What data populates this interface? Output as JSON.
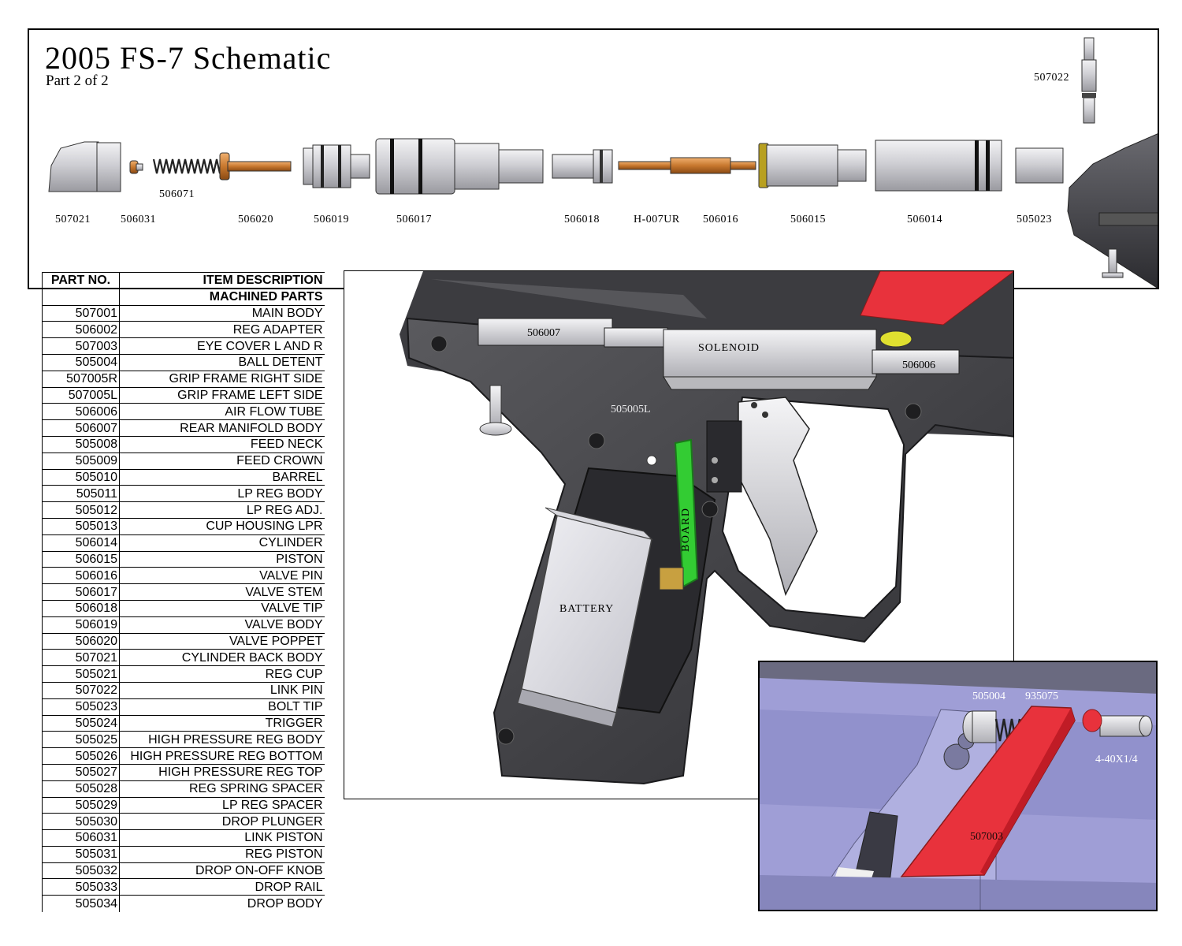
{
  "header": {
    "title": "2005 FS-7 Schematic",
    "subtitle": "Part 2 of 2"
  },
  "exploded_view": {
    "labels": {
      "p507022": "507022",
      "p506071": "506071",
      "p507021": "507021",
      "p506031": "506031",
      "p506020": "506020",
      "p506019": "506019",
      "p506017": "506017",
      "p506018": "506018",
      "pH007UR": "H-007UR",
      "p506016": "506016",
      "p506015": "506015",
      "p506014": "506014",
      "p505023": "505023"
    }
  },
  "table": {
    "header_part_no": "PART NO.",
    "header_item_desc": "ITEM DESCRIPTION",
    "section_title": "MACHINED PARTS",
    "rows": [
      {
        "no": "507001",
        "desc": "MAIN BODY"
      },
      {
        "no": "506002",
        "desc": "REG ADAPTER"
      },
      {
        "no": "507003",
        "desc": "EYE COVER L AND R"
      },
      {
        "no": "505004",
        "desc": "BALL DETENT"
      },
      {
        "no": "507005R",
        "desc": "GRIP FRAME RIGHT SIDE"
      },
      {
        "no": "507005L",
        "desc": "GRIP FRAME LEFT SIDE"
      },
      {
        "no": "506006",
        "desc": "AIR FLOW TUBE"
      },
      {
        "no": "506007",
        "desc": "REAR MANIFOLD BODY"
      },
      {
        "no": "505008",
        "desc": "FEED NECK"
      },
      {
        "no": "505009",
        "desc": "FEED CROWN"
      },
      {
        "no": "505010",
        "desc": "BARREL"
      },
      {
        "no": "505011",
        "desc": "LP REG BODY"
      },
      {
        "no": "505012",
        "desc": "LP REG ADJ."
      },
      {
        "no": "505013",
        "desc": "CUP HOUSING LPR"
      },
      {
        "no": "506014",
        "desc": "CYLINDER"
      },
      {
        "no": "506015",
        "desc": "PISTON"
      },
      {
        "no": "506016",
        "desc": "VALVE PIN"
      },
      {
        "no": "506017",
        "desc": "VALVE STEM"
      },
      {
        "no": "506018",
        "desc": "VALVE TIP"
      },
      {
        "no": "506019",
        "desc": "VALVE BODY"
      },
      {
        "no": "506020",
        "desc": "VALVE POPPET"
      },
      {
        "no": "507021",
        "desc": "CYLINDER BACK BODY"
      },
      {
        "no": "505021",
        "desc": "REG CUP"
      },
      {
        "no": "507022",
        "desc": "LINK PIN"
      },
      {
        "no": "505023",
        "desc": "BOLT TIP"
      },
      {
        "no": "505024",
        "desc": "TRIGGER"
      },
      {
        "no": "505025",
        "desc": "HIGH PRESSURE REG BODY"
      },
      {
        "no": "505026",
        "desc": "HIGH PRESSURE REG BOTTOM"
      },
      {
        "no": "505027",
        "desc": "HIGH PRESSURE REG TOP"
      },
      {
        "no": "505028",
        "desc": "REG SPRING SPACER"
      },
      {
        "no": "505029",
        "desc": "LP REG SPACER"
      },
      {
        "no": "505030",
        "desc": "DROP PLUNGER"
      },
      {
        "no": "506031",
        "desc": "LINK PISTON"
      },
      {
        "no": "505031",
        "desc": "REG PISTON"
      },
      {
        "no": "505032",
        "desc": "DROP ON-OFF KNOB"
      },
      {
        "no": "505033",
        "desc": "DROP RAIL"
      },
      {
        "no": "505034",
        "desc": "DROP BODY"
      }
    ]
  },
  "main_view": {
    "labels": {
      "manifold": "506007",
      "solenoid": "SOLENOID",
      "airflow": "506006",
      "frame": "505005L",
      "board": "BOARD",
      "battery": "BATTERY"
    }
  },
  "inset_view": {
    "labels": {
      "detent": "505004",
      "spring": "935075",
      "screw": "4-40X1/4",
      "eyecover": "507003"
    }
  },
  "colors": {
    "frame": "#3c3c3e",
    "metal": "#d8d8dc",
    "brass": "#c8782e",
    "board": "#33cc33",
    "red": "#e8323c",
    "inset_bg": "#9f9ed6"
  }
}
